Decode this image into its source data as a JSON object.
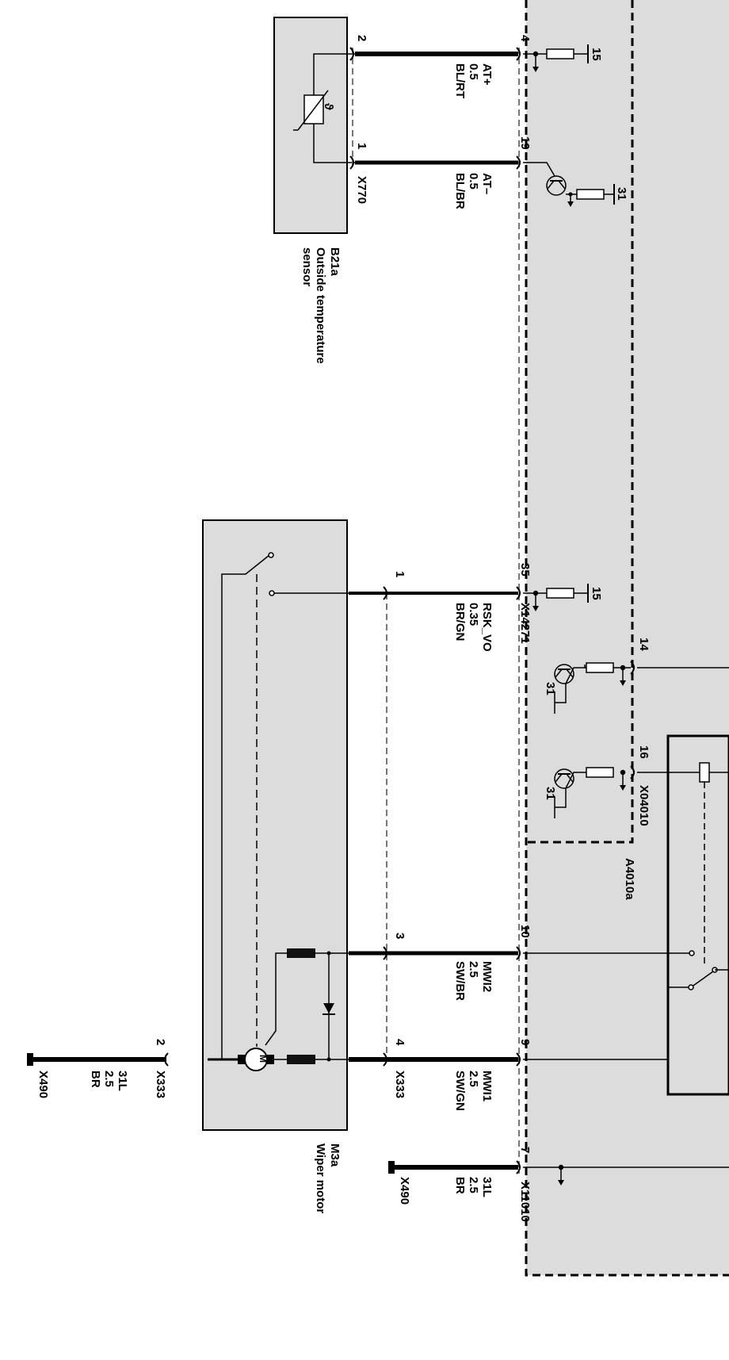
{
  "diagram": {
    "b21a": {
      "ref": "B21a",
      "name_line1": "Outside temperature",
      "name_line2": "sensor",
      "connector": "X770",
      "pin_top": "2",
      "pin_bottom": "1",
      "theta_symbol": "ϑ"
    },
    "m3a": {
      "ref": "M3a",
      "name": "Wiper motor",
      "connector": "X333",
      "pin_1": "1",
      "pin_3": "3",
      "pin_4": "4",
      "pin_2": "2",
      "motor_symbol": "M"
    },
    "a4010a": {
      "ref": "A4010a",
      "connector_main": "X14271",
      "connector_ground": "X11010",
      "connector_relay": "X04010",
      "pins": {
        "p4": "4",
        "p19": "19",
        "p35": "35",
        "p10": "10",
        "p9": "9",
        "p7": "7",
        "p14": "14",
        "p16": "16"
      },
      "term_15_a": "15",
      "term_15_b": "15",
      "term_31_a": "31",
      "term_31_b": "31",
      "term_31_c": "31"
    },
    "wires": {
      "at_plus": {
        "signal": "AT+",
        "size": "0.5",
        "color": "BL/RT"
      },
      "at_minus": {
        "signal": "AT–",
        "size": "0.5",
        "color": "BL/BR"
      },
      "rsk_vo": {
        "signal": "RSK_VO",
        "size": "0.35",
        "color": "BR/GN"
      },
      "mwi2": {
        "signal": "MWI2",
        "size": "2.5",
        "color": "SW/BR"
      },
      "mwi1": {
        "signal": "MWI1",
        "size": "2.5",
        "color": "SW/GN"
      },
      "gnd_module": {
        "signal": "31L",
        "size": "2.5",
        "color": "BR"
      },
      "gnd_motor": {
        "signal": "31L",
        "size": "2.5",
        "color": "BR"
      }
    },
    "ground_module": "X490",
    "ground_motor": "X490",
    "motor_conn_label": "X333"
  }
}
